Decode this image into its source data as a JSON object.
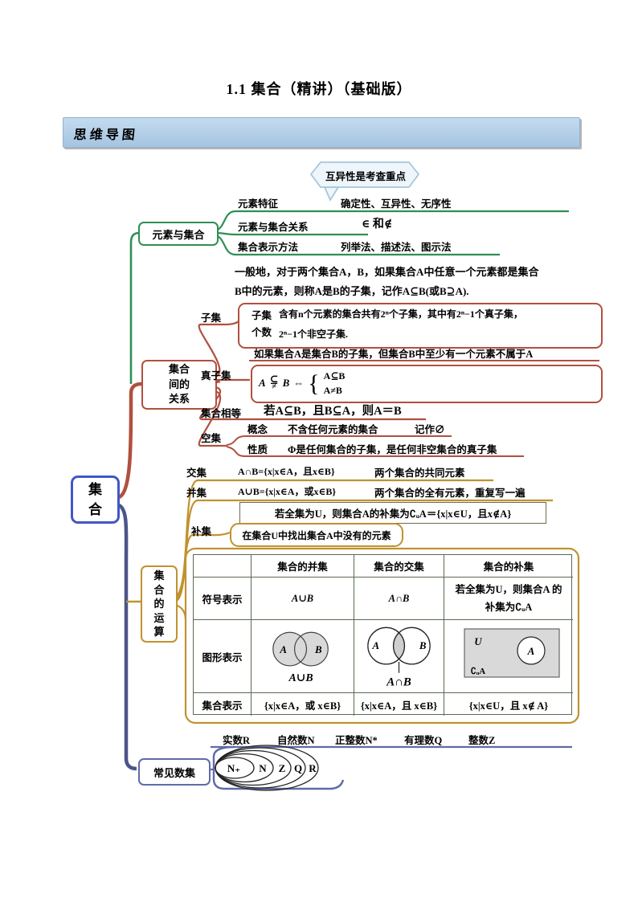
{
  "page": {
    "title": "1.1  集合（精讲）（基础版）",
    "section_header": "思维导图"
  },
  "callout": {
    "text": "互异性是考查重点"
  },
  "root": {
    "label": "集合"
  },
  "elements": {
    "label": "元素与集合",
    "rows": [
      {
        "k": "元素特征",
        "v": "确定性、互异性、无序性"
      },
      {
        "k": "元素与集合关系",
        "v": "∈ 和∉"
      },
      {
        "k": "集合表示方法",
        "v": "列举法、描述法、图示法"
      }
    ]
  },
  "relations": {
    "label": "集合间的关系",
    "subset_def1": "一般地，对于两个集合A，B，如果集合A中任意一个元素都是集合",
    "subset_def2": "B中的元素，则称A是B的子集，记作A⊆B(或B⊇A).",
    "subset_label": "子集",
    "count_label1": "子集",
    "count_label2": "个数",
    "count_text1": "含有n个元素的集合共有2ⁿ个子集，其中有2ⁿ−1个真子集，",
    "count_text2": "2ⁿ−1个非空子集.",
    "proper_label": "真子集",
    "proper_def": "如果集合A是集合B的子集，但集合B中至少有一个元素不属于A",
    "proper_formula": {
      "a": "A",
      "rel_top": "⊆",
      "rel_bottom": "≠",
      "b": "B",
      "iff": "⇔",
      "brace": "{",
      "case1": "A⊆B",
      "case2": "A≠B"
    },
    "equal_label": "集合相等",
    "equal_text": "若A⊆B，且B⊆A，则A＝B",
    "empty_label": "空集",
    "empty_concept_k": "概念",
    "empty_concept_v": "不含任何元素的集合",
    "empty_concept_note": "记作∅",
    "empty_prop_k": "性质",
    "empty_prop_v": "Φ是任何集合的子集，是任何非空集合的真子集"
  },
  "operations": {
    "label": "集合的运算",
    "intersection": {
      "k": "交集",
      "formula": "A∩B={x|x∈A，且x∈B}",
      "note": "两个集合的共同元素"
    },
    "union": {
      "k": "并集",
      "formula": "A∪B={x|x∈A，或x∈B}",
      "note": "两个集合的全有元素，重复写一遍"
    },
    "complement": {
      "k": "补集",
      "formula": "若全集为U，则集合A的补集为∁ᵤA＝{x|x∈U，且x∉A}",
      "note": "在集合U中找出集合A中没有的元素"
    },
    "table": {
      "col_union": "集合的并集",
      "col_intersection": "集合的交集",
      "col_complement": "集合的补集",
      "row_symbol": "符号表示",
      "row_graph": "图形表示",
      "row_set": "集合表示",
      "symbol_union": "A∪B",
      "symbol_intersection": "A∩B",
      "symbol_complement_1": "若全集为U，则集合A 的",
      "symbol_complement_2": "补集为∁ᵤA",
      "graph_a": "A",
      "graph_b": "B",
      "graph_u": "U",
      "graph_union_caption": "A∪B",
      "graph_intersection_caption": "A∩B",
      "graph_complement_caption": "∁ᵤA",
      "set_union": "{x|x∈A，或 x∈B}",
      "set_intersection": "{x|x∈A，且 x∈B}",
      "set_complement": "{x|x∈U，且 x∉ A}"
    }
  },
  "number_sets": {
    "label": "常见数集",
    "items": [
      "实数R",
      "自然数N",
      "正整数N*",
      "有理数Q",
      "整数Z"
    ],
    "ellipses": [
      "N₊",
      "N",
      "Z",
      "Q",
      "R"
    ]
  },
  "colors": {
    "branch_elements": "#2f8f55",
    "branch_relations": "#b0503f",
    "branch_operations": "#c0922f",
    "branch_number_sets": "#5f6ba8",
    "root_border": "#4356c6",
    "header_bg": "#aecbe5",
    "table_border": "#5a6a52",
    "venn_fill": "#d9d9d9"
  }
}
